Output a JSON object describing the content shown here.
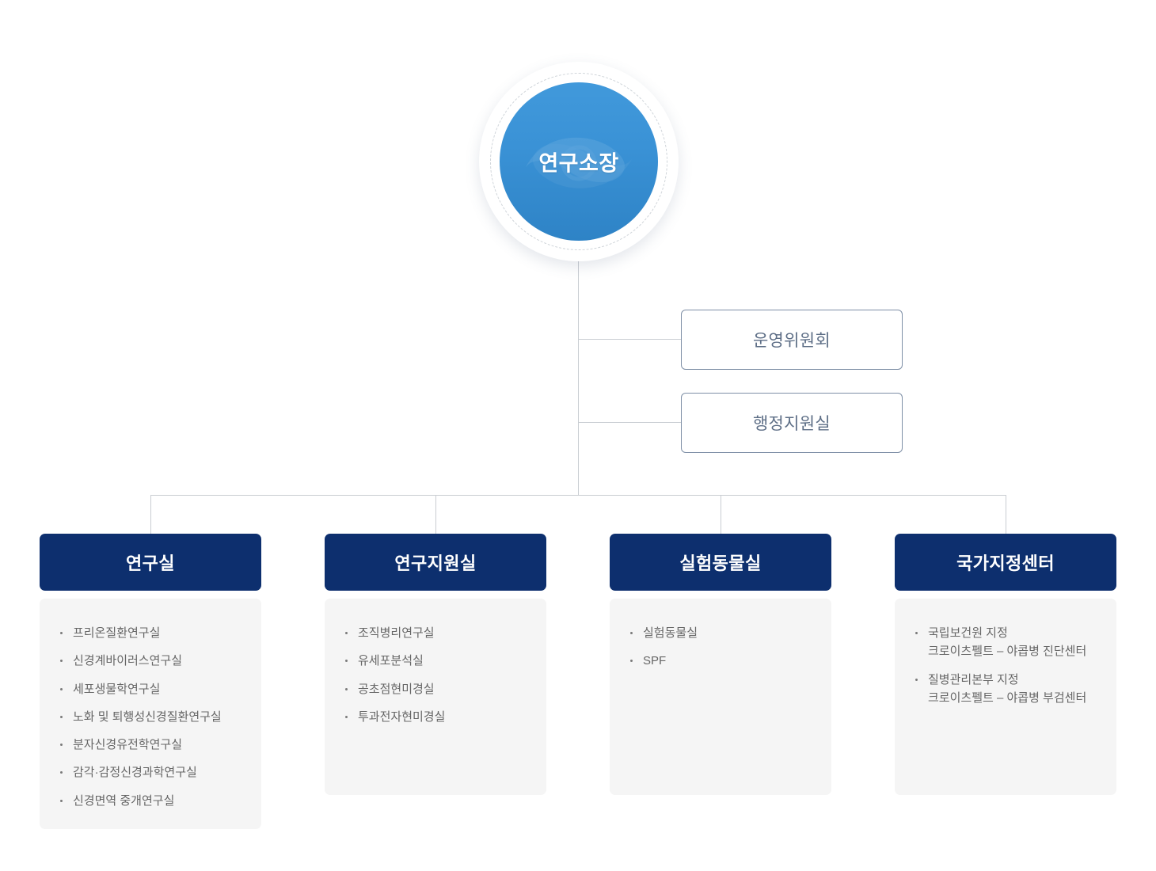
{
  "chart": {
    "type": "org-chart",
    "root": {
      "label": "연구소장",
      "shape": "circle",
      "fill": "#3a92d6",
      "text_color": "#ffffff"
    },
    "staff_boxes": [
      {
        "label": "운영위원회"
      },
      {
        "label": "행정지원실"
      }
    ],
    "columns": [
      {
        "header": "연구실",
        "items": [
          {
            "text": "프리온질환연구실"
          },
          {
            "text": "신경계바이러스연구실"
          },
          {
            "text": "세포생물학연구실"
          },
          {
            "text": "노화 및 퇴행성신경질환연구실"
          },
          {
            "text": "분자신경유전학연구실"
          },
          {
            "text": "감각·감정신경과학연구실"
          },
          {
            "text": "신경면역 중개연구실"
          }
        ]
      },
      {
        "header": "연구지원실",
        "items": [
          {
            "text": "조직병리연구실"
          },
          {
            "text": "유세포분석실"
          },
          {
            "text": "공초점현미경실"
          },
          {
            "text": "투과전자현미경실"
          }
        ]
      },
      {
        "header": "실험동물실",
        "items": [
          {
            "text": "실험동물실"
          },
          {
            "text": "SPF"
          }
        ]
      },
      {
        "header": "국가지정센터",
        "items": [
          {
            "text": "국립보건원 지정",
            "sub": "크로이츠펠트 – 야콥병 진단센터"
          },
          {
            "text": "질병관리본부 지정",
            "sub": "크로이츠펠트 – 야콥병 부검센터"
          }
        ]
      }
    ],
    "colors": {
      "header_navy": "#0d2f6e",
      "panel_gray": "#f5f5f5",
      "connector": "#c9cdd2",
      "box_border": "#7e8fa6",
      "box_text": "#5d6e86",
      "list_text": "#666666"
    }
  }
}
